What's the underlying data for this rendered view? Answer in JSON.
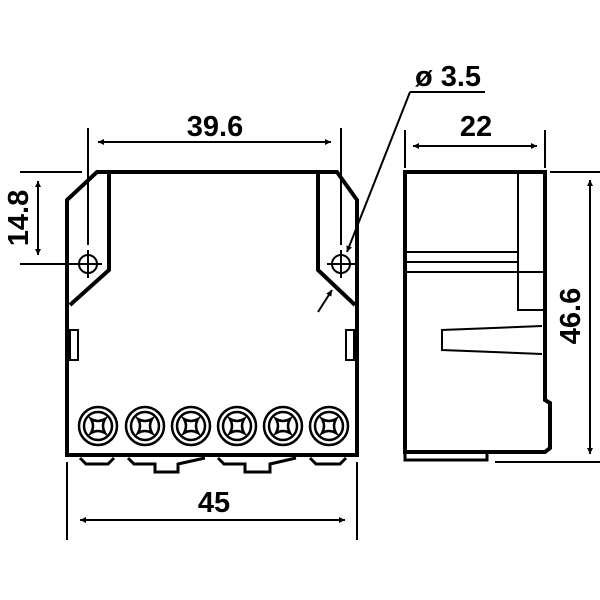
{
  "drawing": {
    "type": "technical-dimension-drawing",
    "views": [
      "front-view",
      "side-view"
    ],
    "line_color": "#000000",
    "background": "#ffffff"
  },
  "dimensions": {
    "mount_hole_spacing": "39.6",
    "overall_width": "45",
    "hole_offset_from_top": "14.8",
    "hole_diameter": "ø 3.5",
    "depth": "22",
    "height": "46.6"
  },
  "front_view": {
    "terminal_count": 6
  }
}
